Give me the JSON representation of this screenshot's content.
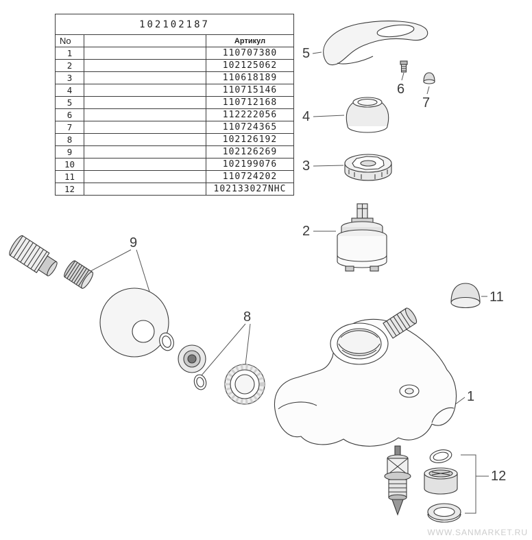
{
  "table": {
    "title": "102102187",
    "columns": {
      "no": "No",
      "name": "",
      "art": "Артикул"
    },
    "rows": [
      {
        "no": "1",
        "art": "110707380"
      },
      {
        "no": "2",
        "art": "102125062"
      },
      {
        "no": "3",
        "art": "110618189"
      },
      {
        "no": "4",
        "art": "110715146"
      },
      {
        "no": "5",
        "art": "110712168"
      },
      {
        "no": "6",
        "art": "112222056"
      },
      {
        "no": "7",
        "art": "110724365"
      },
      {
        "no": "8",
        "art": "102126192"
      },
      {
        "no": "9",
        "art": "102126269"
      },
      {
        "no": "10",
        "art": "102199076"
      },
      {
        "no": "11",
        "art": "110724202"
      },
      {
        "no": "12",
        "art": "102133027NHC"
      }
    ]
  },
  "callouts": {
    "c1": "1",
    "c2": "2",
    "c3": "3",
    "c4": "4",
    "c5": "5",
    "c6": "6",
    "c7": "7",
    "c8": "8",
    "c9": "9",
    "c11": "11",
    "c12": "12"
  },
  "watermark": "WWW.SANMARKET.RU",
  "colors": {
    "line": "#3a3a3a",
    "shade": "#d9d9d9",
    "watermark": "#cccccc"
  }
}
